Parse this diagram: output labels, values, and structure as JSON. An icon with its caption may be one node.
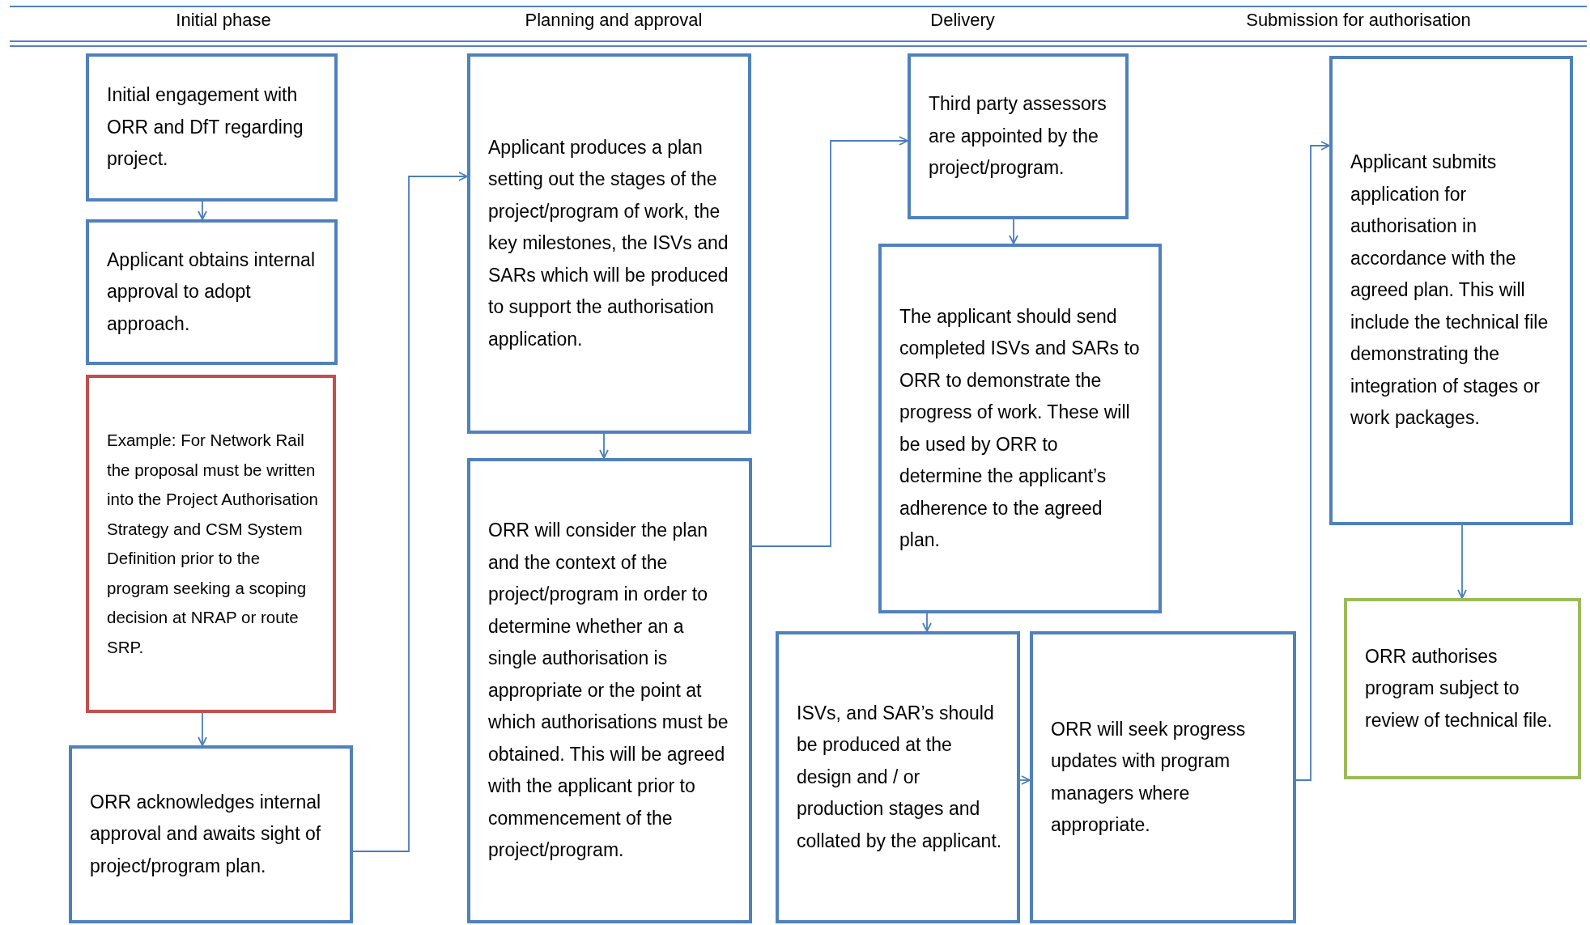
{
  "diagram": {
    "nodes": [
      {
        "text": [
          "Initial engagement with ORR and DfT regarding project."
        ]
      },
      {
        "text": [
          "Applicant obtains internal approval to adopt approach."
        ]
      },
      {
        "text": [
          "Example: For Network Rail the proposal must be written into the Project Authorisation Strategy and CSM System Definition prior to the program seeking a scoping decision at NRAP or route SRP."
        ]
      },
      {
        "text": [
          "ORR acknowledges internal approval and awaits sight of project/program plan."
        ]
      },
      {
        "text": [
          "Applicant produces a plan setting out the stages of the project/program of work, the key milestones, the ISVs and SARs which will be produced to support the authorisation application."
        ]
      },
      {
        "text": [
          "ORR will consider the plan and the context of the project/program in order to determine whether an a single authorisation is appropriate or the point at which authorisations must be obtained. This will be agreed with the applicant prior to commencement of the project/program."
        ]
      },
      {
        "text": [
          "Third party assessors are appointed by the project/program."
        ]
      },
      {
        "text": [
          "The applicant should send completed ISVs and SARs to ORR to demonstrate the progress of work. These will be used by ORR to determine the applicant’s adherence to the agreed plan."
        ]
      },
      {
        "text": [
          "ISVs, and SAR’s should be produced at the design and / or production stages and collated by the applicant."
        ]
      },
      {
        "text": [
          "ORR will seek progress updates with program managers where appropriate."
        ]
      },
      {
        "text": [
          "Applicant submits application for authorisation in accordance with the agreed plan. This will include the technical file demonstrating the integration of stages or work packages."
        ]
      },
      {
        "text": [
          "ORR authorises program subject to review of technical file."
        ]
      }
    ],
    "edges": [
      {
        "from": 0,
        "to": 1,
        "arrow": "to"
      },
      {
        "from": 2,
        "to": 3,
        "arrow": "to"
      },
      {
        "from": 3,
        "to": 4,
        "arrow": "to"
      },
      {
        "from": 4,
        "to": 5,
        "arrow": "to"
      },
      {
        "from": 5,
        "to": 6,
        "arrow": "to"
      },
      {
        "from": 6,
        "to": 7,
        "arrow": "to"
      },
      {
        "from": 7,
        "to": 8,
        "arrow": "to"
      },
      {
        "from": 8,
        "to": 9,
        "arrow": "to"
      },
      {
        "from": 9,
        "to": 10,
        "arrow": "to"
      },
      {
        "from": 10,
        "to": 11,
        "arrow": "to"
      }
    ],
    "labels": [
      "Initial phase",
      "Planning and approval",
      "Delivery",
      "Submission for authorisation"
    ]
  }
}
